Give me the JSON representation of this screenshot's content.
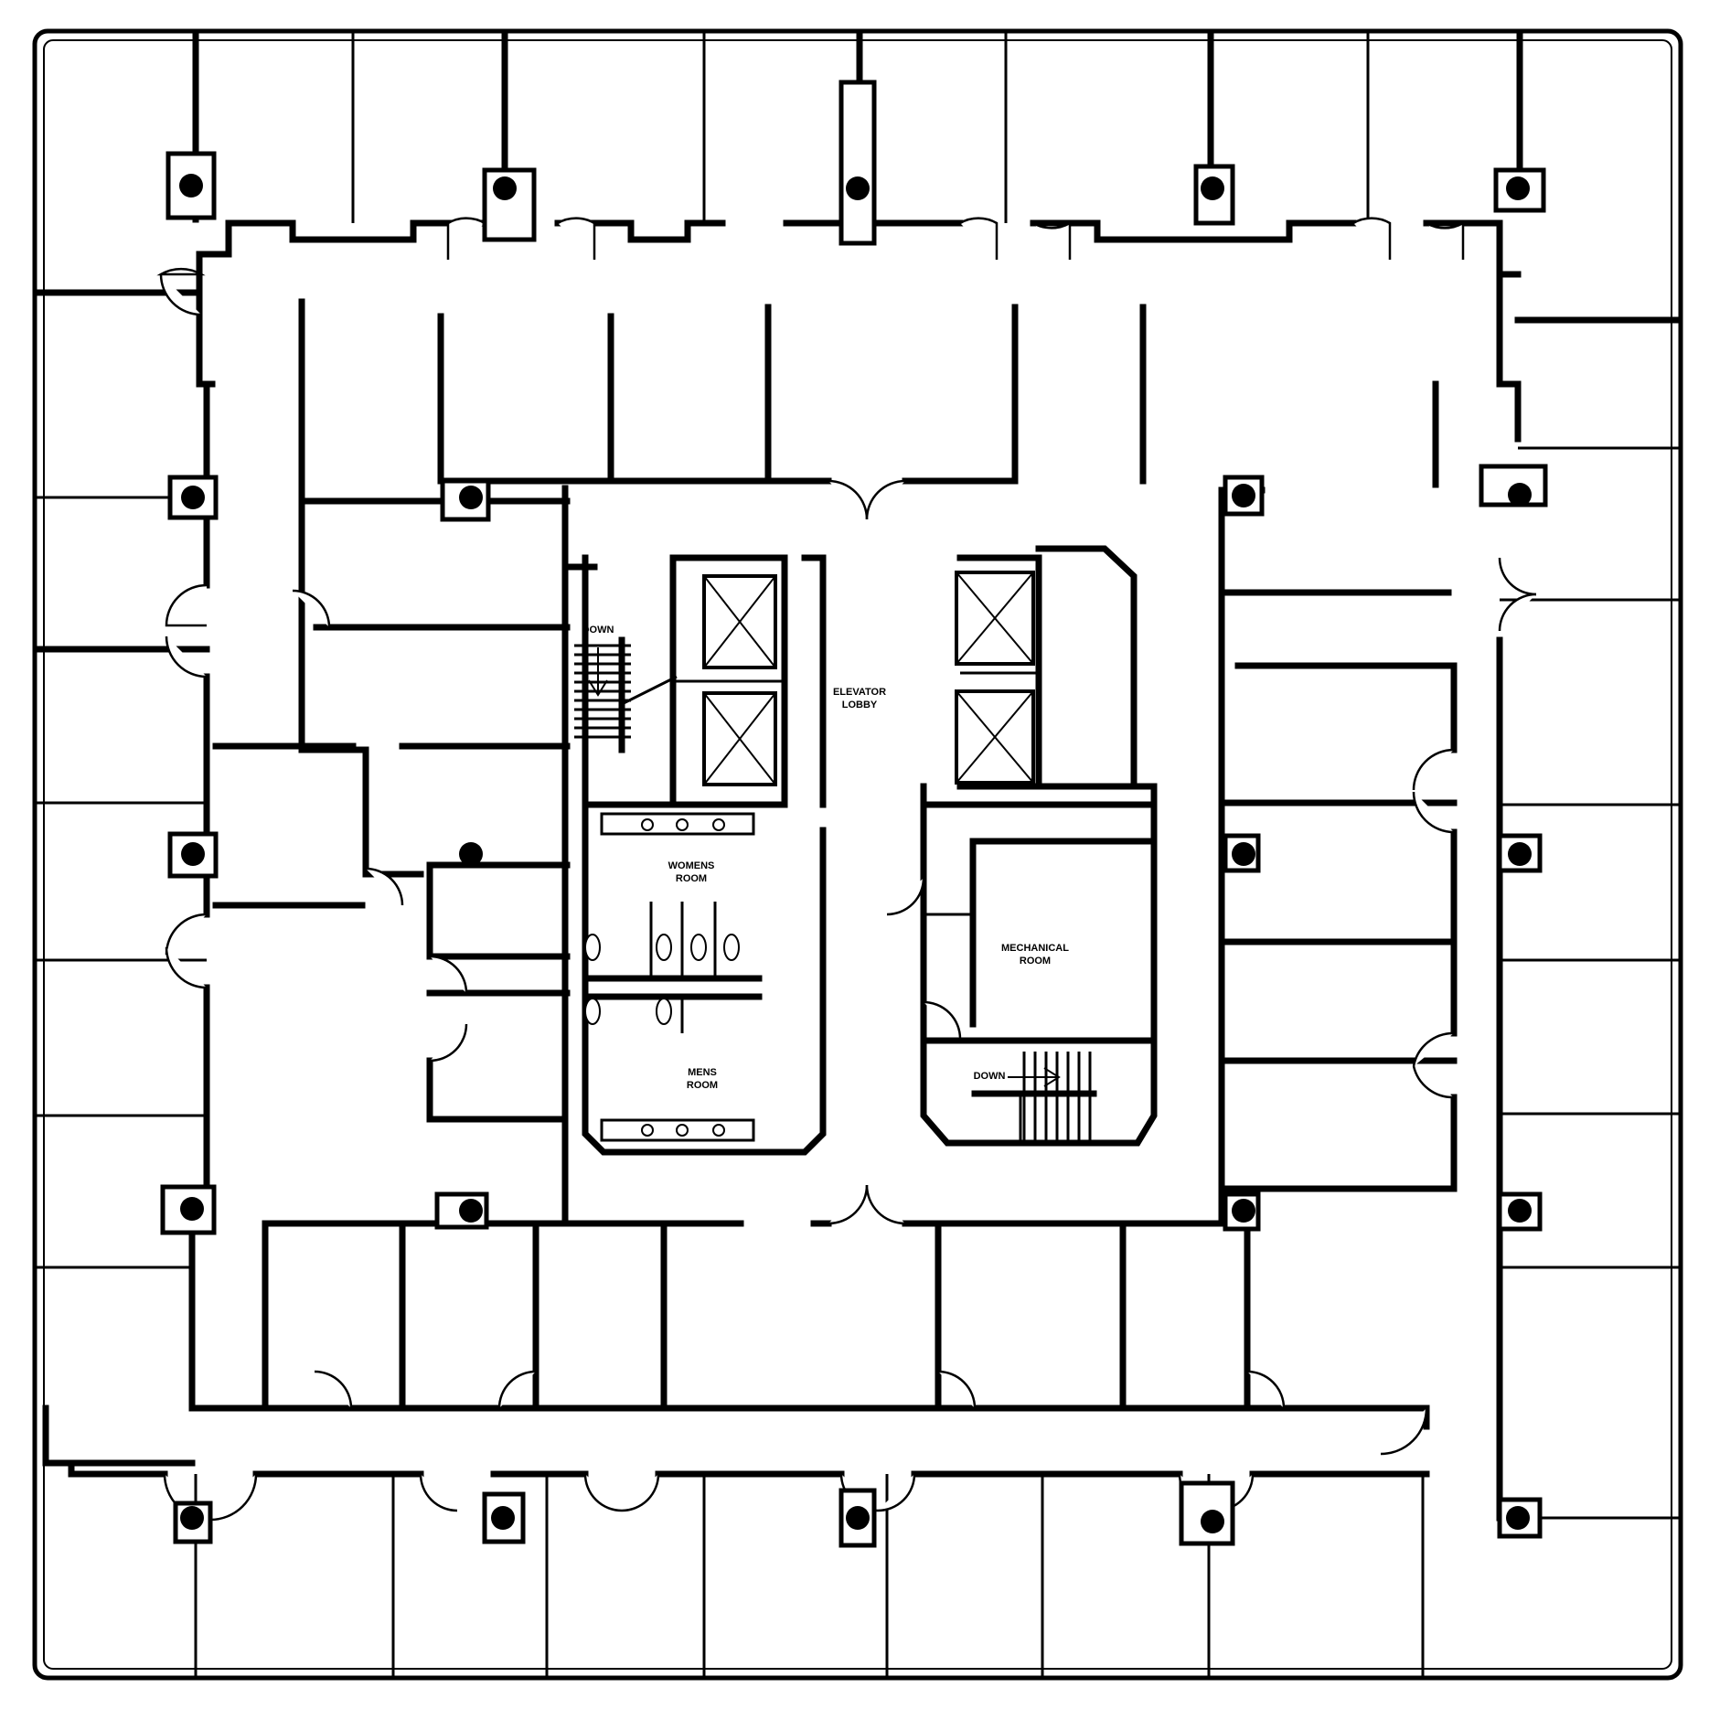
{
  "labels": {
    "elevator_lobby": [
      "ELEVATOR",
      "LOBBY"
    ],
    "womens_room": [
      "WOMENS",
      "ROOM"
    ],
    "mens_room": [
      "MENS",
      "ROOM"
    ],
    "mechanical_room": [
      "MECHANICAL",
      "ROOM"
    ],
    "stair_west_direction": "DOWN",
    "stair_east_direction": "DOWN"
  },
  "colors": {
    "line": "#000000",
    "background": "#ffffff"
  }
}
